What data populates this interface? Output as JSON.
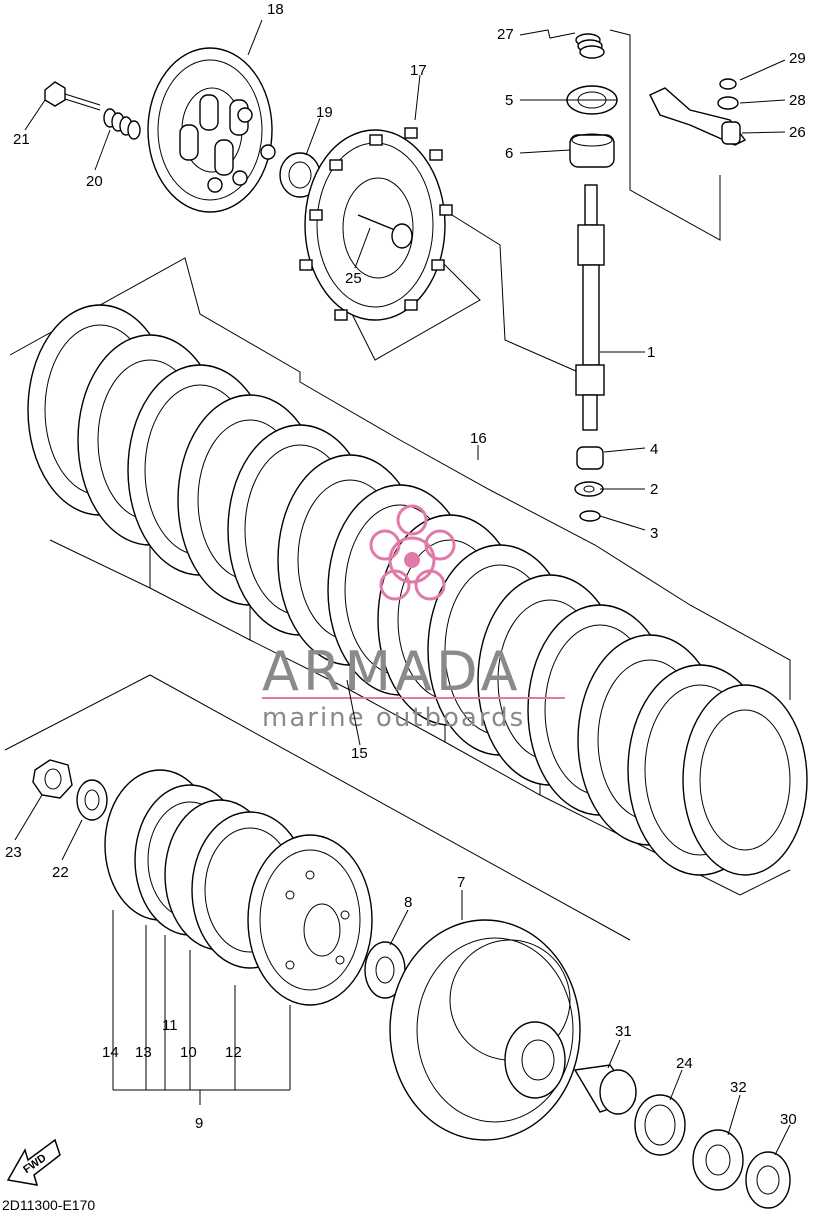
{
  "diagram": {
    "drawing_code": "2D11300-E170",
    "fwd_label": "FWD",
    "watermark": {
      "brand": "ARMADA",
      "tagline": "marine outboards",
      "accent_color": "#e07aa8",
      "text_color": "#8a8a8a"
    },
    "callouts": [
      {
        "id": "c1",
        "label": "1"
      },
      {
        "id": "c2",
        "label": "2"
      },
      {
        "id": "c3",
        "label": "3"
      },
      {
        "id": "c4",
        "label": "4"
      },
      {
        "id": "c5",
        "label": "5"
      },
      {
        "id": "c6",
        "label": "6"
      },
      {
        "id": "c7",
        "label": "7"
      },
      {
        "id": "c8",
        "label": "8"
      },
      {
        "id": "c9",
        "label": "9"
      },
      {
        "id": "c10",
        "label": "10"
      },
      {
        "id": "c11",
        "label": "11"
      },
      {
        "id": "c12",
        "label": "12"
      },
      {
        "id": "c13",
        "label": "13"
      },
      {
        "id": "c14",
        "label": "14"
      },
      {
        "id": "c15",
        "label": "15"
      },
      {
        "id": "c16",
        "label": "16"
      },
      {
        "id": "c17",
        "label": "17"
      },
      {
        "id": "c18",
        "label": "18"
      },
      {
        "id": "c19",
        "label": "19"
      },
      {
        "id": "c20",
        "label": "20"
      },
      {
        "id": "c21",
        "label": "21"
      },
      {
        "id": "c22",
        "label": "22"
      },
      {
        "id": "c23",
        "label": "23"
      },
      {
        "id": "c24",
        "label": "24"
      },
      {
        "id": "c25",
        "label": "25"
      },
      {
        "id": "c26",
        "label": "26"
      },
      {
        "id": "c27",
        "label": "27"
      },
      {
        "id": "c28",
        "label": "28"
      },
      {
        "id": "c29",
        "label": "29"
      },
      {
        "id": "c30",
        "label": "30"
      },
      {
        "id": "c31",
        "label": "31"
      },
      {
        "id": "c32",
        "label": "32"
      }
    ]
  }
}
